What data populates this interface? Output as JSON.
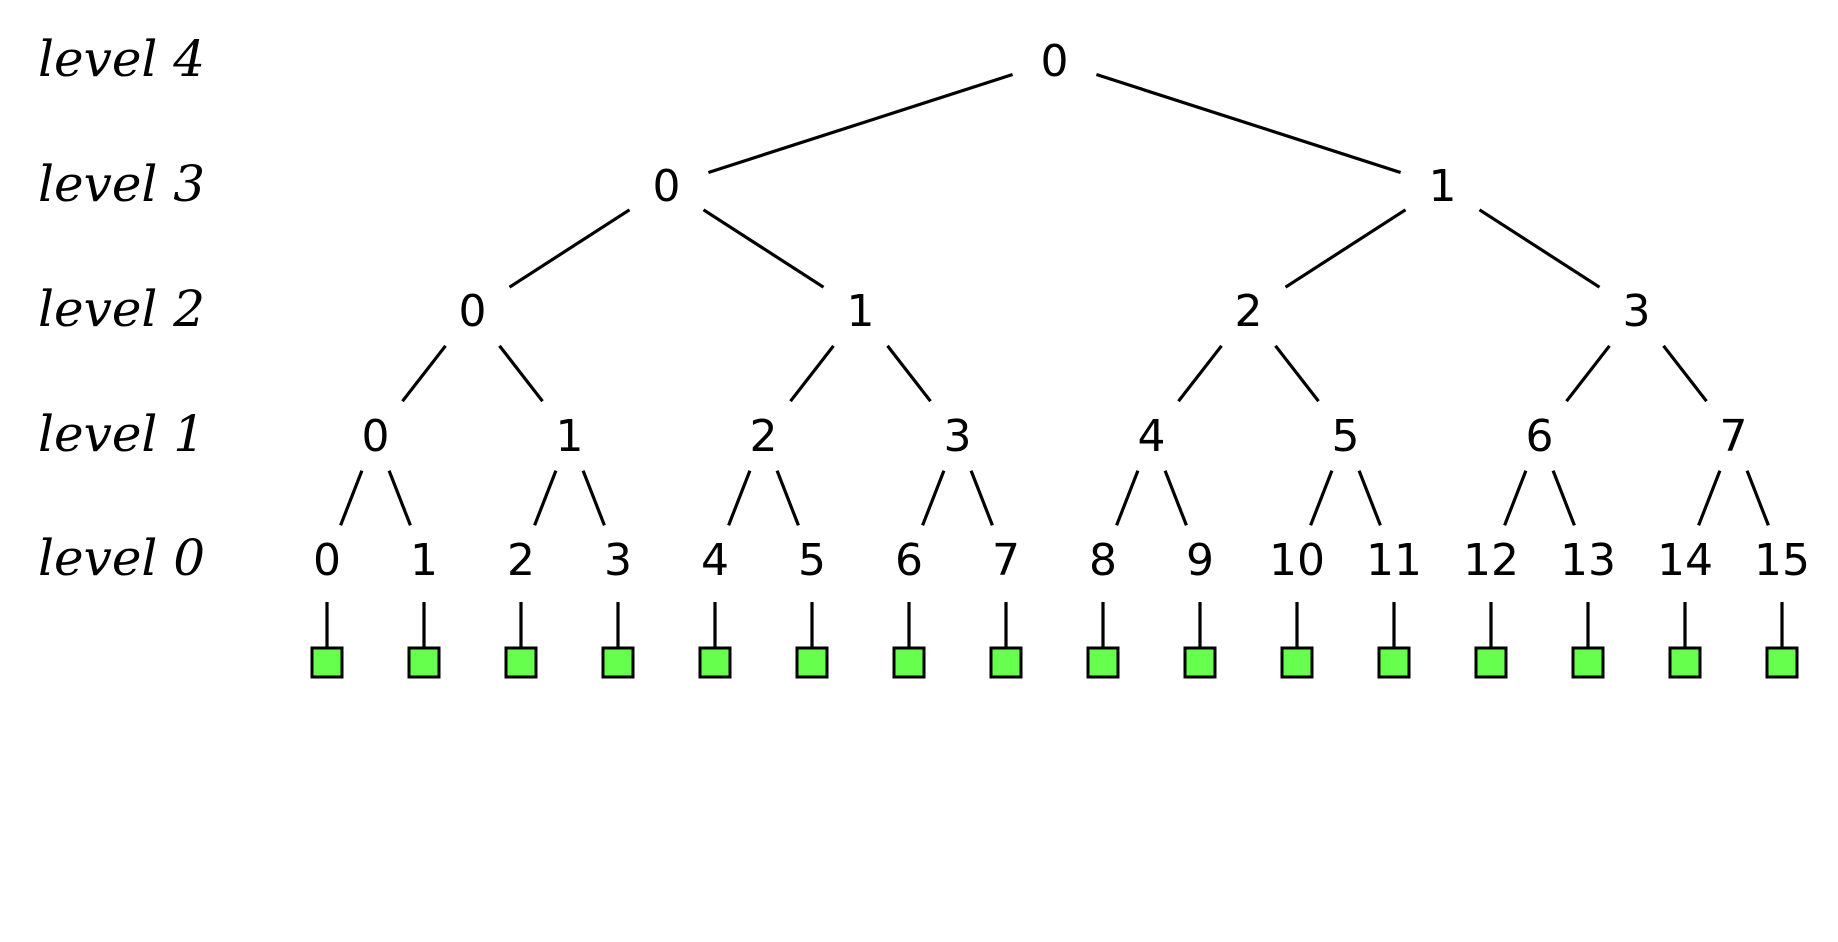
{
  "level_labels": [
    "level 4",
    "level 3",
    "level 2",
    "level 1",
    "level 0"
  ],
  "levels": [
    [
      "0"
    ],
    [
      "0",
      "1"
    ],
    [
      "0",
      "1",
      "2",
      "3"
    ],
    [
      "0",
      "1",
      "2",
      "3",
      "4",
      "5",
      "6",
      "7"
    ],
    [
      "0",
      "1",
      "2",
      "3",
      "4",
      "5",
      "6",
      "7",
      "8",
      "9",
      "10",
      "11",
      "12",
      "13",
      "14",
      "15"
    ]
  ],
  "leaf_count": 16,
  "colors": {
    "leaf_fill": "#66ff4d",
    "line": "#000000"
  }
}
